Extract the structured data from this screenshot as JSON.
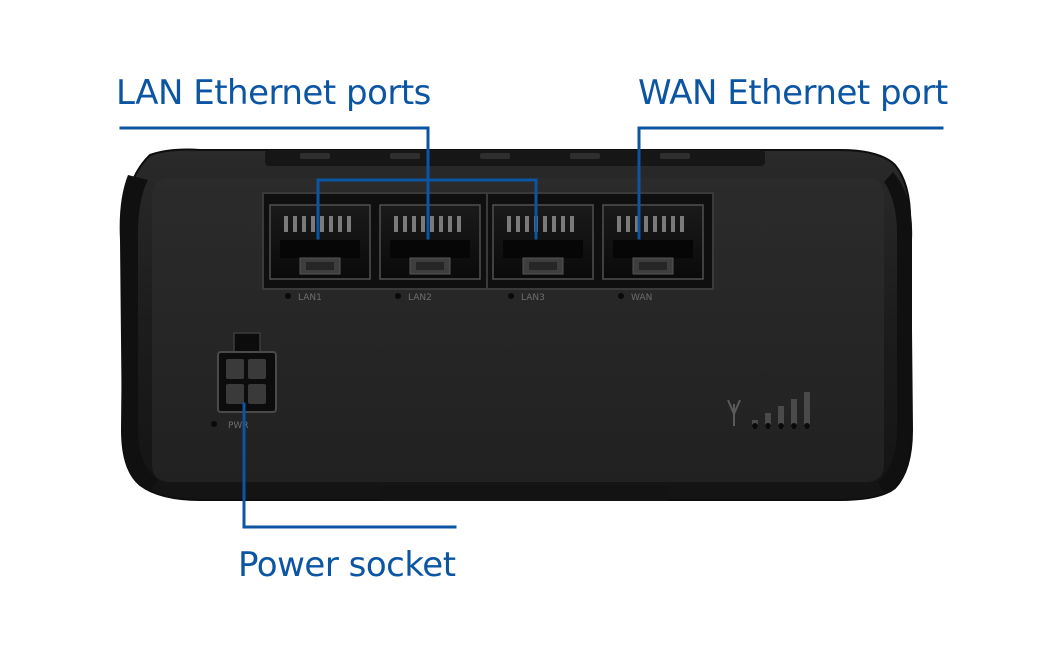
{
  "callouts": {
    "lan": "LAN Ethernet ports",
    "wan": "WAN Ethernet port",
    "power": "Power socket"
  },
  "ports": [
    {
      "label": "LAN1",
      "type": "lan"
    },
    {
      "label": "LAN2",
      "type": "lan"
    },
    {
      "label": "LAN3",
      "type": "lan"
    },
    {
      "label": "WAN",
      "type": "wan"
    }
  ],
  "power_label": "PWR",
  "signal_bars": 5,
  "colors": {
    "callout": "#0b55a3",
    "device_body": "#1b1b1b",
    "device_panel": "#252525",
    "port_inner": "#0d0d0d"
  },
  "icons": [
    "antenna-signal-icon",
    "power-connector-icon",
    "led-indicator-icon"
  ]
}
